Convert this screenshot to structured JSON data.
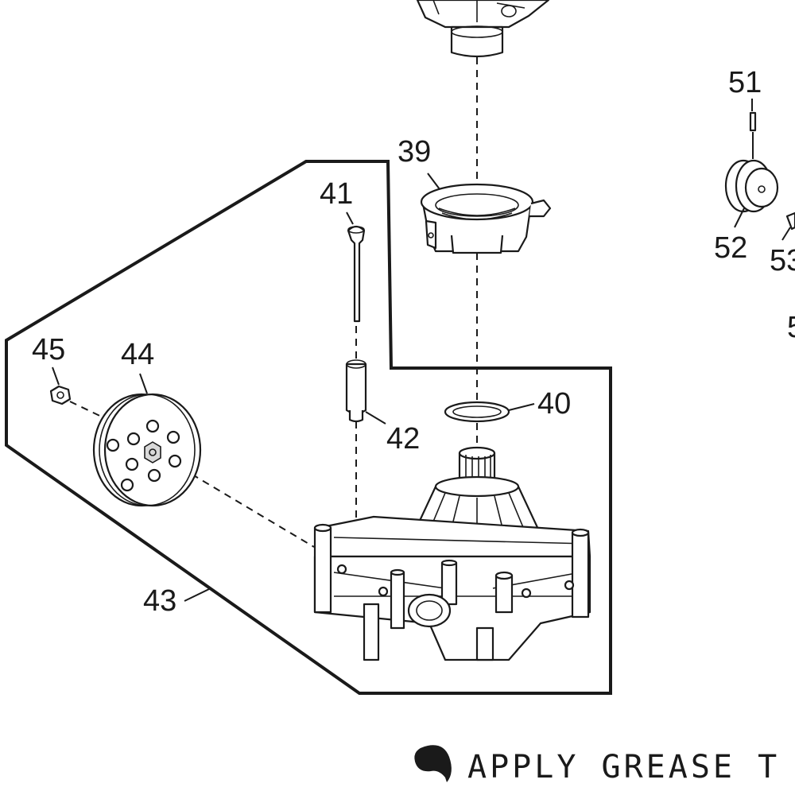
{
  "callouts": {
    "c39": "39",
    "c40": "40",
    "c41": "41",
    "c42": "42",
    "c43": "43",
    "c44": "44",
    "c45": "45",
    "c51": "51",
    "c52": "52",
    "c53": "53",
    "c5x": "5"
  },
  "note": {
    "text": "APPLY GREASE T",
    "icon": "grease-drop-icon"
  },
  "colors": {
    "line": "#1a1a1a",
    "background": "#ffffff",
    "shade": "#d9d9d9"
  }
}
